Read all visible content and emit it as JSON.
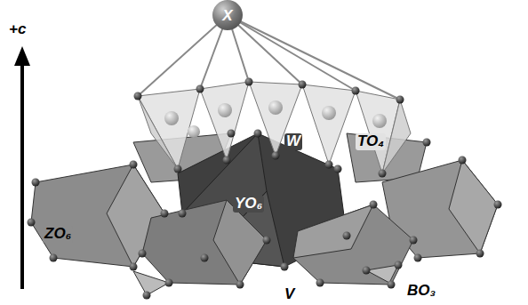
{
  "diagram": {
    "nodes": [
      {
        "text": [
          "X"
        ]
      }
    ],
    "labels": [
      "+c",
      "W",
      "TO₄",
      "ZO₆",
      "YO₆",
      "V",
      "BO₃"
    ]
  }
}
